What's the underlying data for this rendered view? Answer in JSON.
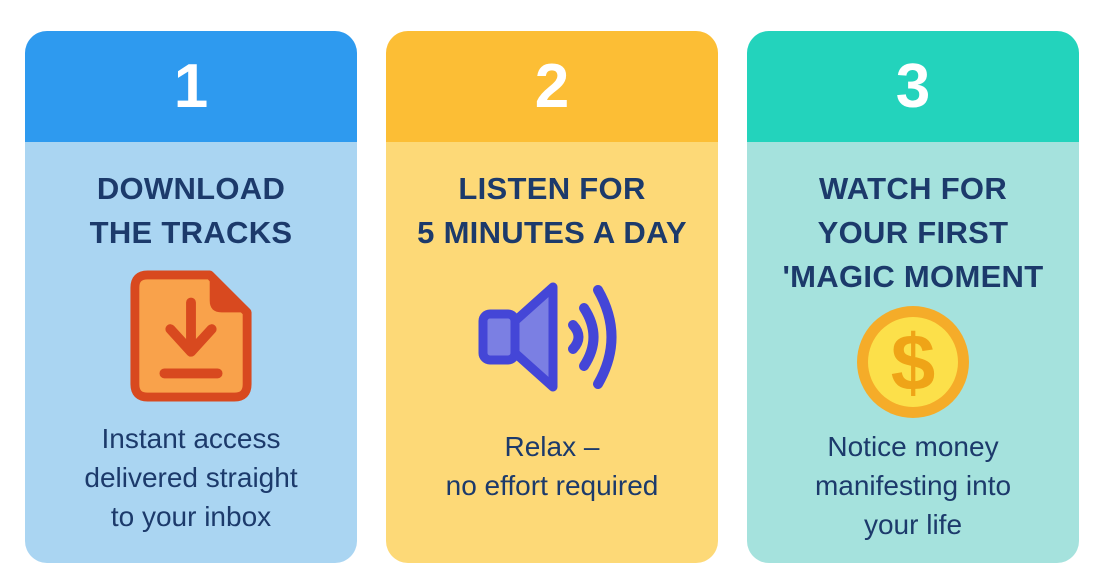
{
  "page": {
    "background": "#FFFFFF",
    "heading_text_color": "#1C3A6B",
    "number_text_color": "#FFFFFF"
  },
  "cards": [
    {
      "number": "1",
      "title_lines": [
        "DOWNLOAD",
        "THE TRACKS"
      ],
      "description_lines": [
        "Instant access",
        "delivered straight",
        "to your inbox"
      ],
      "icon": "download-file-icon",
      "colors": {
        "header_bg": "#2E9AEF",
        "body_bg": "#AAD5F2",
        "icon_fill": "#F9A24B",
        "icon_stroke": "#D8491F"
      }
    },
    {
      "number": "2",
      "title_lines": [
        "LISTEN FOR",
        "5 MINUTES A DAY"
      ],
      "description_lines": [
        "Relax –",
        "no effort required"
      ],
      "icon": "speaker-sound-icon",
      "colors": {
        "header_bg": "#FCBE35",
        "body_bg": "#FDD977",
        "icon_fill": "#7B7FE3",
        "icon_stroke": "#4446D7"
      }
    },
    {
      "number": "3",
      "title_lines": [
        "WATCH FOR",
        "YOUR FIRST",
        "'MAGIC MOMENT"
      ],
      "description_lines": [
        "Notice money",
        "manifesting into",
        "your life"
      ],
      "icon": "dollar-coin-icon",
      "colors": {
        "header_bg": "#23D3BC",
        "body_bg": "#A5E2DD",
        "icon_fill": "#FCE04A",
        "icon_stroke": "#F5AC29",
        "icon_accent": "#EFA417"
      }
    }
  ]
}
